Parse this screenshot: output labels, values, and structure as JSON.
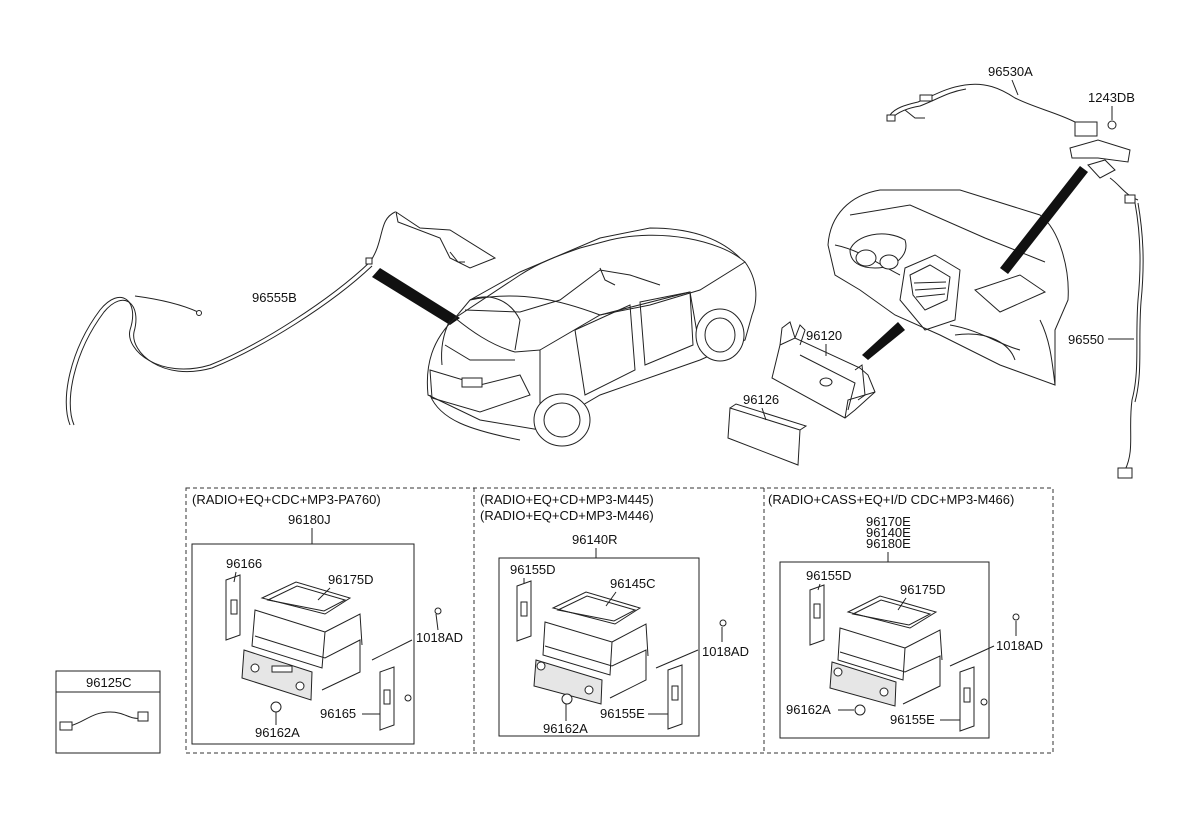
{
  "parts": {
    "antenna_cable": "96555B",
    "usb_cable": "96530A",
    "screw_top": "1243DB",
    "aux_cable": "96550",
    "bracket": "96120",
    "panel": "96126",
    "cable_small": "96125C"
  },
  "variants": [
    {
      "header": [
        "(RADIO+EQ+CDC+MP3-PA760)"
      ],
      "unit": [
        "96180J"
      ],
      "bracket_left": "96166",
      "cover": "96175D",
      "screw": "1018AD",
      "bracket_right": "96165",
      "knob": "96162A"
    },
    {
      "header": [
        "(RADIO+EQ+CD+MP3-M445)",
        "(RADIO+EQ+CD+MP3-M446)"
      ],
      "unit": [
        "96140R"
      ],
      "bracket_left": "96155D",
      "cover": "96145C",
      "screw": "1018AD",
      "bracket_right": "96155E",
      "knob": "96162A"
    },
    {
      "header": [
        "(RADIO+CASS+EQ+I/D CDC+MP3-M466)"
      ],
      "unit": [
        "96170E",
        "96140E",
        "96180E"
      ],
      "bracket_left": "96155D",
      "cover": "96175D",
      "screw": "1018AD",
      "bracket_right": "96155E",
      "knob": "96162A"
    }
  ]
}
